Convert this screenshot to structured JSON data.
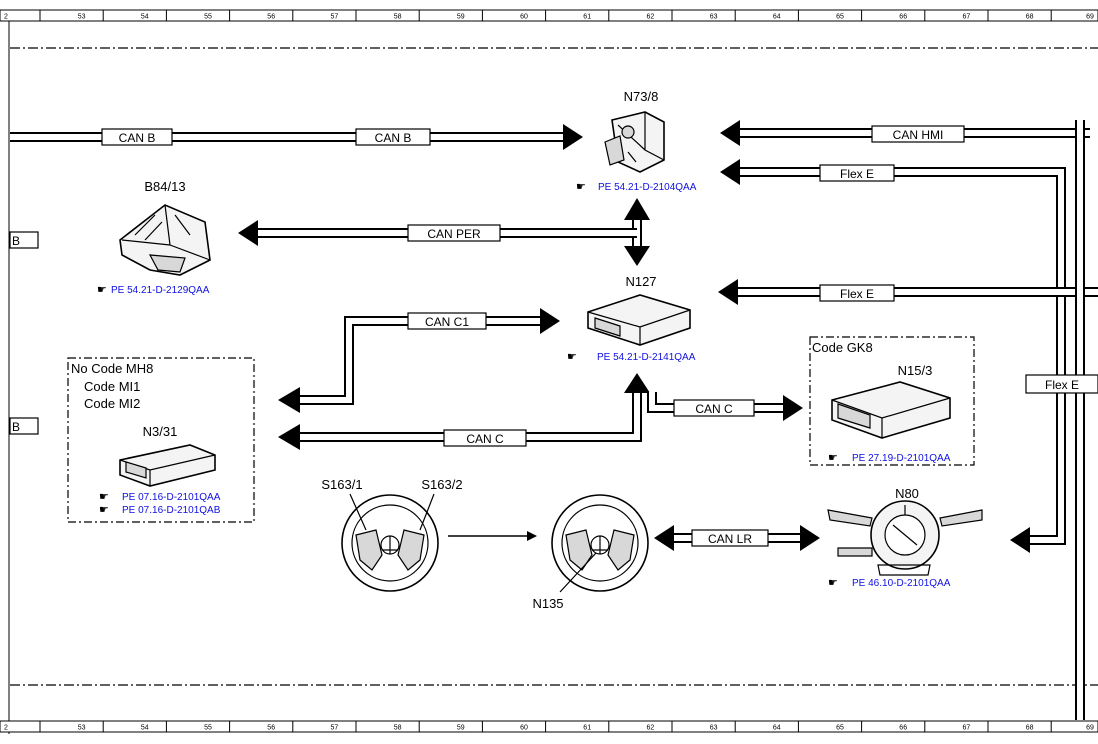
{
  "ruler": {
    "numbers": [
      "2",
      "53",
      "54",
      "55",
      "56",
      "57",
      "58",
      "59",
      "60",
      "61",
      "62",
      "63",
      "64",
      "65",
      "66",
      "67",
      "68",
      "69"
    ]
  },
  "components": {
    "n73_8": {
      "label": "N73/8",
      "ref": "PE 54.21-D-2104QAA"
    },
    "b84_13": {
      "label": "B84/13",
      "ref": "PE 54.21-D-2129QAA"
    },
    "n127": {
      "label": "N127",
      "ref": "PE 54.21-D-2141QAA"
    },
    "n3_31": {
      "label": "N3/31",
      "ref1": "PE 07.16-D-2101QAA",
      "ref2": "PE 07.16-D-2101QAB"
    },
    "n15_3": {
      "label": "N15/3",
      "ref": "PE 27.19-D-2101QAA"
    },
    "n80": {
      "label": "N80",
      "ref": "PE 46.10-D-2101QAA"
    },
    "s163_1": {
      "label": "S163/1"
    },
    "s163_2": {
      "label": "S163/2"
    },
    "n135": {
      "label": "N135"
    }
  },
  "code_boxes": {
    "mh8": {
      "line1": "No Code MH8",
      "line2": "Code MI1",
      "line3": "Code MI2"
    },
    "gk8": {
      "line1": "Code GK8"
    }
  },
  "signals": {
    "can_b_1": "CAN B",
    "can_b_2": "CAN B",
    "can_hmi": "CAN HMI",
    "flex_e_top": "Flex E",
    "can_per": "CAN PER",
    "flex_e_mid": "Flex E",
    "can_c1": "CAN C1",
    "flex_e_side": "Flex E",
    "can_c_right": "CAN C",
    "can_c_left": "CAN C",
    "can_lr": "CAN LR",
    "edge_b_1": "B",
    "edge_b_2": "B"
  }
}
